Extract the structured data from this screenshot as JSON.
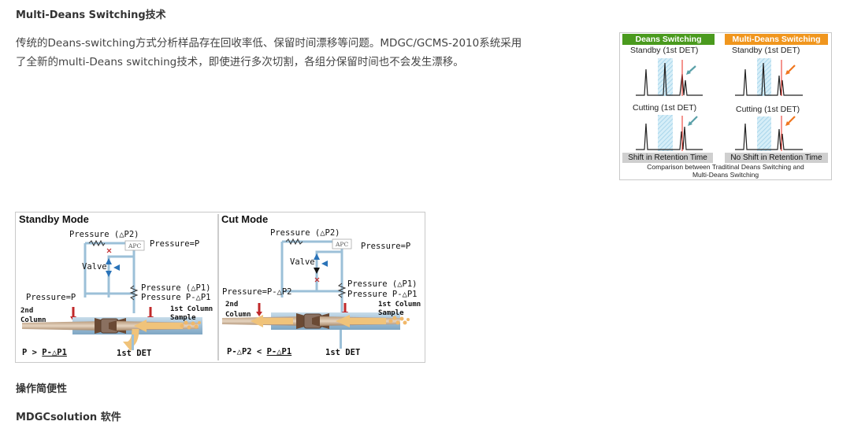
{
  "section_title": "Multi-Deans Switching技术",
  "description": {
    "line1": "传统的Deans-switching方式分析样品存在回收率低、保留时间漂移等问题。MDGC/GCMS-2010系统采用",
    "line2": "了全新的multi-Deans switching技术，即使进行多次切割，各组分保留时间也不会发生漂移。"
  },
  "figure_comparison": {
    "left_tag": "Deans Switching",
    "right_tag": "Multi-Deans Switching",
    "left_standby": "Standby (1st DET)",
    "right_standby": "Standby (1st DET)",
    "left_cutting": "Cutting (1st DET)",
    "right_cutting": "Cutting (1st DET)",
    "left_result": "Shift in Retention Time",
    "right_result": "No Shift in Retention Time",
    "caption_line1": "Comparison between Traditinal Deans Switching and",
    "caption_line2": "Multi-Deans Switching",
    "colors": {
      "left_tag": "#4a9a1e",
      "right_tag": "#f0961e",
      "line_marker": "#e8281e",
      "shade": "#bfe2f2"
    }
  },
  "figure_modes": {
    "standby": {
      "title": "Standby Mode",
      "pressure_p2": "Pressure (△P2)",
      "pressure_p": "Pressure=P",
      "apc": "APC",
      "valve": "Valve",
      "pressure_p1": "Pressure (△P1)",
      "pressure_p_minus_p1": "Pressure P-△P1",
      "inlet_pressure": "Pressure=P",
      "column2_a": "2nd",
      "column2_b": "Column",
      "column1": "1st Column",
      "sample": "Sample",
      "formula_left": "P > ",
      "formula_right": "P-△P1",
      "det_a": "1st",
      "det_b": "DET"
    },
    "cut": {
      "title": "Cut Mode",
      "pressure_p2": "Pressure (△P2)",
      "pressure_p": "Pressure=P",
      "apc": "APC",
      "valve": "Valve",
      "pressure_p1": "Pressure (△P1)",
      "pressure_p_minus_p1": "Pressure P-△P1",
      "inlet_pressure": "Pressure=P-△P2",
      "column2_a": "2nd",
      "column2_b": "Column",
      "column1": "1st Column",
      "sample": "Sample",
      "formula_left": "P-△P2 < ",
      "formula_right": "P-△P1",
      "det_a": "1st",
      "det_b": "DET"
    },
    "colors": {
      "flow": "#f0c37a",
      "arrow_red": "#c0282a",
      "pipe": "#9cc0d8",
      "valve_blue": "#2a73b8"
    }
  },
  "heading_usability": "操作简便性",
  "heading_software": "MDGCsolution 软件"
}
